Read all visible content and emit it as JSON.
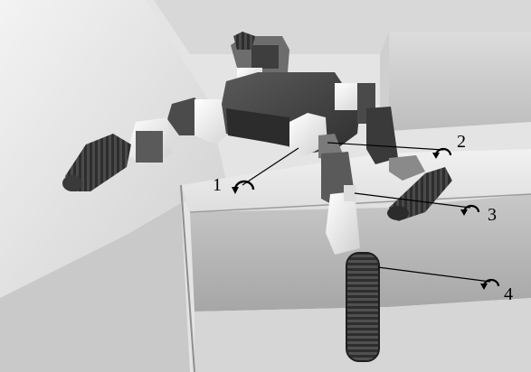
{
  "figure": {
    "joint_labels": [
      "1",
      "2",
      "3",
      "4"
    ],
    "rotation_symbol": "curved-arrow-rotation-icon",
    "colors": {
      "background": "#ffffff",
      "floor_light": "#e6e6e6",
      "floor_mid": "#cfcfcf",
      "wall_shadow": "#9a9a9a",
      "robot_dark": "#3c3c3c",
      "robot_mid": "#6a6a6a",
      "robot_light": "#e9e9e9",
      "track_dark": "#2d2d2d",
      "leader_line": "#000000"
    }
  }
}
